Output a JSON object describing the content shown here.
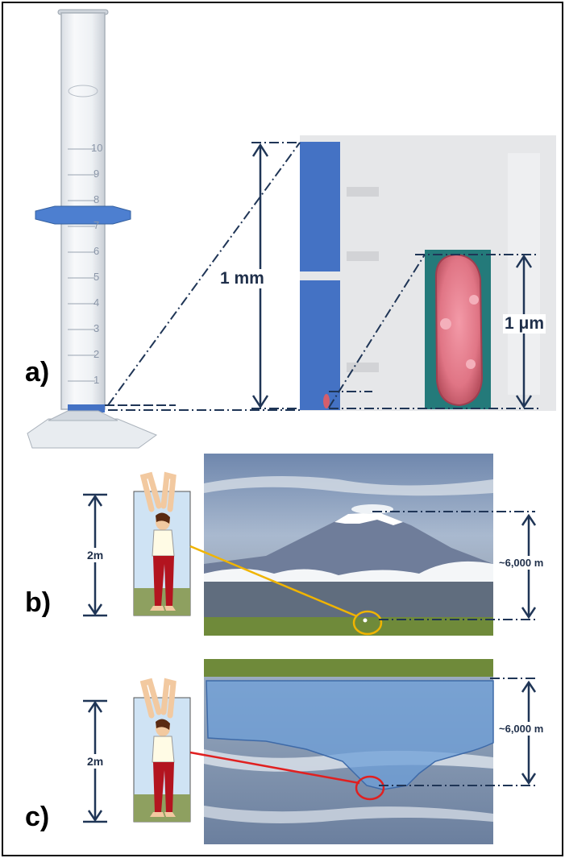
{
  "panels": {
    "a": {
      "label": "a)",
      "cylinder_marks": [
        "10",
        "9",
        "8",
        "7",
        "6",
        "5",
        "4",
        "3",
        "2",
        "1"
      ],
      "scale_1mm": "1 mm",
      "scale_1um": "1 μm"
    },
    "b": {
      "label": "b)",
      "person_height": "2m",
      "mountain_height": "~6,000 m"
    },
    "c": {
      "label": "c)",
      "person_height": "2m",
      "depth": "~6,000 m"
    }
  },
  "colors": {
    "dim_line": "#1f3556",
    "block_blue": "#4472c4",
    "highlight_b": "#f0b400",
    "highlight_c": "#e02020",
    "water_overlay": "#6e9fd8"
  }
}
